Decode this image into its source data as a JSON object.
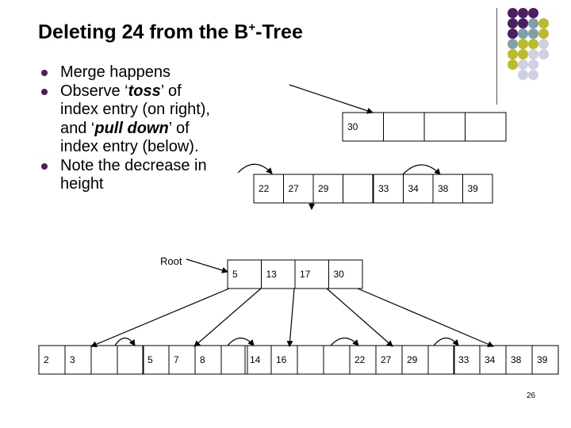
{
  "slide": {
    "title_main": "Deleting 24 from the B",
    "title_sup": "+",
    "title_tail": "-Tree",
    "bullets": [
      {
        "pre": "Merge happens",
        "em1": "",
        "mid": "",
        "em2": "",
        "post": ""
      },
      {
        "pre": "Observe ‘",
        "em1": "toss",
        "mid": "’ of index entry (on right), and ‘",
        "em2": "pull down",
        "post": "’ of index entry (below)."
      },
      {
        "pre": "Note the decrease in height",
        "em1": "",
        "mid": "",
        "em2": "",
        "post": ""
      }
    ],
    "root_label": "Root",
    "page_number": "26"
  },
  "colors": {
    "purple": "#4a2060",
    "teal": "#7fa0a8",
    "olive": "#bcbc2a",
    "lavender": "#d0d0e4",
    "bullet": "#4a2060"
  },
  "tree_top": {
    "root": {
      "keys": [
        "30",
        "",
        "",
        ""
      ]
    },
    "level2": [
      {
        "keys": [
          "22",
          "27",
          "29",
          ""
        ]
      },
      {
        "keys": [
          "33",
          "34",
          "38",
          "39"
        ]
      }
    ]
  },
  "tree_bottom": {
    "root": {
      "keys": [
        "5",
        "13",
        "17",
        "30"
      ]
    },
    "leaves": [
      {
        "keys": [
          "2",
          "3",
          "",
          ""
        ]
      },
      {
        "keys": [
          "5",
          "7",
          "8",
          ""
        ]
      },
      {
        "keys": [
          "14",
          "16",
          "",
          ""
        ]
      },
      {
        "keys": [
          "22",
          "27",
          "29",
          ""
        ]
      },
      {
        "keys": [
          "33",
          "34",
          "38",
          "39"
        ]
      }
    ]
  }
}
